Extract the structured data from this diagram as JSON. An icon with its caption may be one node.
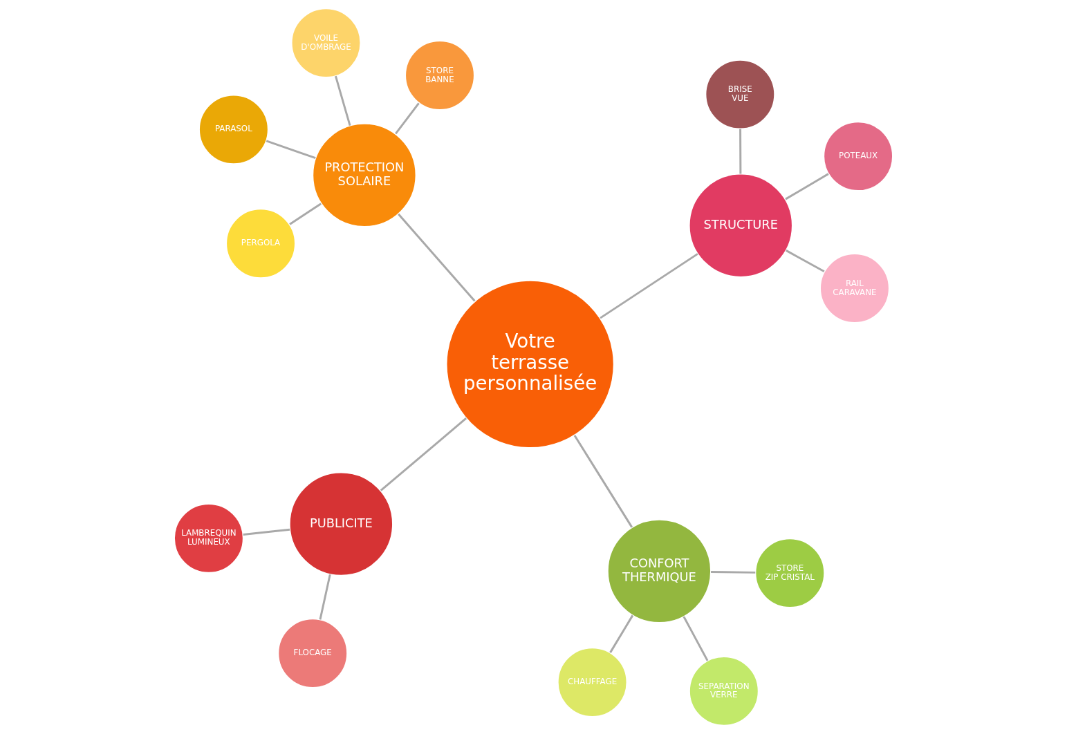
{
  "diagram": {
    "nodes": [
      {
        "text": [
          "Votre terrasse personnalisée"
        ]
      },
      {
        "text": [
          "PROTECTION SOLAIRE"
        ]
      },
      {
        "text": [
          "PERGOLA"
        ]
      },
      {
        "text": [
          "VOILE D'OMBRAGE"
        ]
      },
      {
        "text": [
          "STORE BANNE"
        ]
      },
      {
        "text": [
          "PARASOL"
        ]
      },
      {
        "text": [
          "PUBLICITE"
        ]
      },
      {
        "text": [
          "FLOCAGE"
        ]
      },
      {
        "text": [
          "LAMBREQUIN LUMINEUX"
        ]
      },
      {
        "text": [
          "CONFORT THERMIQUE"
        ]
      },
      {
        "text": [
          "SEPARATION VERRE"
        ]
      },
      {
        "text": [
          "CHAUFFAGE"
        ]
      },
      {
        "text": [
          "STORE ZIP CRISTAL"
        ]
      },
      {
        "text": [
          "STRUCTURE"
        ]
      },
      {
        "text": [
          "BRISE VUE"
        ]
      },
      {
        "text": [
          "RAIL CARAVANE"
        ]
      },
      {
        "text": [
          "POTEAUX"
        ]
      }
    ],
    "edges": [
      {
        "from": 0,
        "to": 1,
        "arrow": "none"
      },
      {
        "from": 1,
        "to": 2,
        "arrow": "none"
      },
      {
        "from": 1,
        "to": 3,
        "arrow": "none"
      },
      {
        "from": 1,
        "to": 4,
        "arrow": "none"
      },
      {
        "from": 1,
        "to": 5,
        "arrow": "none"
      },
      {
        "from": 0,
        "to": 6,
        "arrow": "none"
      },
      {
        "from": 6,
        "to": 7,
        "arrow": "none"
      },
      {
        "from": 6,
        "to": 8,
        "arrow": "none"
      },
      {
        "from": 0,
        "to": 9,
        "arrow": "none"
      },
      {
        "from": 9,
        "to": 10,
        "arrow": "none"
      },
      {
        "from": 9,
        "to": 11,
        "arrow": "none"
      },
      {
        "from": 9,
        "to": 12,
        "arrow": "none"
      },
      {
        "from": 0,
        "to": 13,
        "arrow": "none"
      },
      {
        "from": 13,
        "to": 14,
        "arrow": "none"
      },
      {
        "from": 13,
        "to": 15,
        "arrow": "none"
      },
      {
        "from": 13,
        "to": 16,
        "arrow": "none"
      }
    ]
  }
}
